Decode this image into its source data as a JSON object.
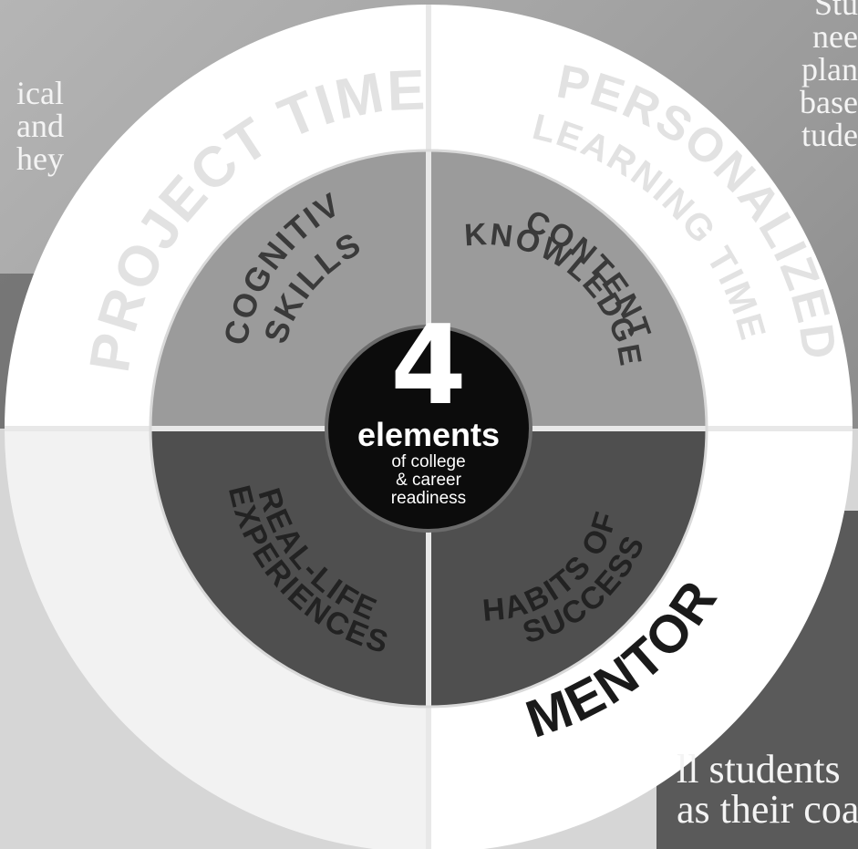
{
  "background": {
    "left_lines": [
      "ical",
      "and",
      "hey"
    ],
    "right_top_lines": [
      "Stu",
      "nee",
      "plan",
      "base",
      "tude"
    ],
    "right_bottom_lines": [
      "ll students",
      "as their coac"
    ]
  },
  "outer_ring": {
    "project_time": "PROJECT TIME",
    "personalized_line1": "PERSONALIZED",
    "personalized_line2": "LEARNING TIME",
    "mentor": "MENTOR"
  },
  "inner_ring": {
    "cognitive_line1": "COGNITIVE",
    "cognitive_line2": "SKILLS",
    "content_line1": "CONTENT",
    "content_line2": "KNOWLEDGE",
    "real_life_line1": "REAL-LIFE",
    "real_life_line2": "EXPERIENCES",
    "habits_line1": "HABITS OF",
    "habits_line2": "SUCCESS"
  },
  "center": {
    "number": "4",
    "word": "elements",
    "sub_line1": "of college",
    "sub_line2": "& career",
    "sub_line3": "readiness"
  },
  "colors": {
    "outer_ring": "#ffffff",
    "outer_ring_bottom_left": "#f2f2f2",
    "outer_text": "#e2e2e2",
    "mentor_text": "#1a1a1a",
    "inner_top": "#9b9b9b",
    "inner_bottom": "#4f4f4f",
    "inner_text_top": "#3a3a3a",
    "inner_text_bottom": "#222222",
    "center_disc": "#0c0c0c",
    "center_text": "#ffffff"
  }
}
